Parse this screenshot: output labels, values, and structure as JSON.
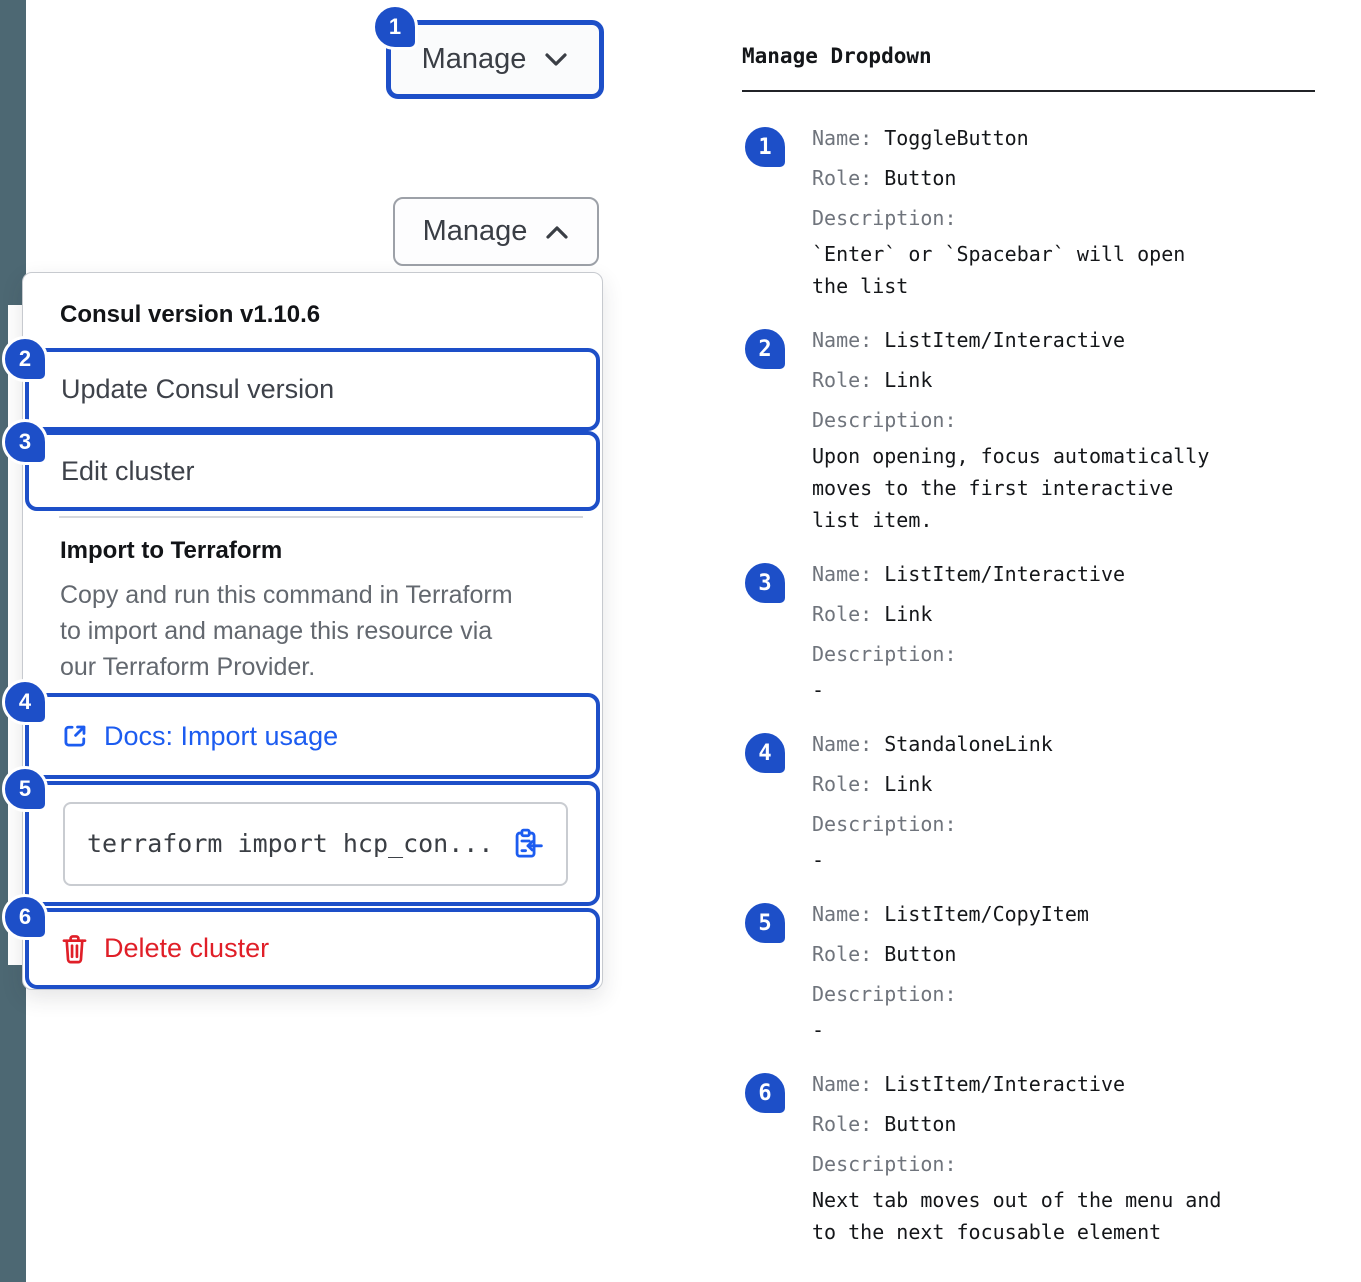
{
  "colors": {
    "accent_blue": "#1d4fc8",
    "link_blue": "#1c5cf0",
    "danger_red": "#e01f28",
    "sidebar_strip": "#4d6873"
  },
  "toggle_button": {
    "label": "Manage"
  },
  "open_button": {
    "label": "Manage"
  },
  "dropdown": {
    "version_header": "Consul version v1.10.6",
    "update_item": "Update Consul version",
    "edit_item": "Edit cluster",
    "import_title": "Import to Terraform",
    "import_description_lines": [
      "Copy and run this command in Terraform",
      "to import and manage this resource via",
      "our Terraform Provider."
    ],
    "docs_link": "Docs: Import usage",
    "code_snippet": "terraform import hcp_con...",
    "delete_item": "Delete cluster"
  },
  "legend": {
    "title": "Manage Dropdown",
    "name_label": "Name:",
    "role_label": "Role:",
    "description_label": "Description:",
    "items": [
      {
        "badge": "1",
        "name": "ToggleButton",
        "role": "Button",
        "description_lines": [
          "`Enter` or `Spacebar` will open",
          "the list"
        ]
      },
      {
        "badge": "2",
        "name": "ListItem/Interactive",
        "role": "Link",
        "description_lines": [
          "Upon opening, focus automatically",
          "moves to the first interactive",
          "list item."
        ]
      },
      {
        "badge": "3",
        "name": "ListItem/Interactive",
        "role": "Link",
        "description_lines": [
          "-"
        ]
      },
      {
        "badge": "4",
        "name": "StandaloneLink",
        "role": "Link",
        "description_lines": [
          "-"
        ]
      },
      {
        "badge": "5",
        "name": "ListItem/CopyItem",
        "role": "Button",
        "description_lines": [
          "-"
        ]
      },
      {
        "badge": "6",
        "name": "ListItem/Interactive",
        "role": "Button",
        "description_lines": [
          "Next tab moves out of the menu and",
          "to the next focusable element"
        ]
      }
    ]
  }
}
